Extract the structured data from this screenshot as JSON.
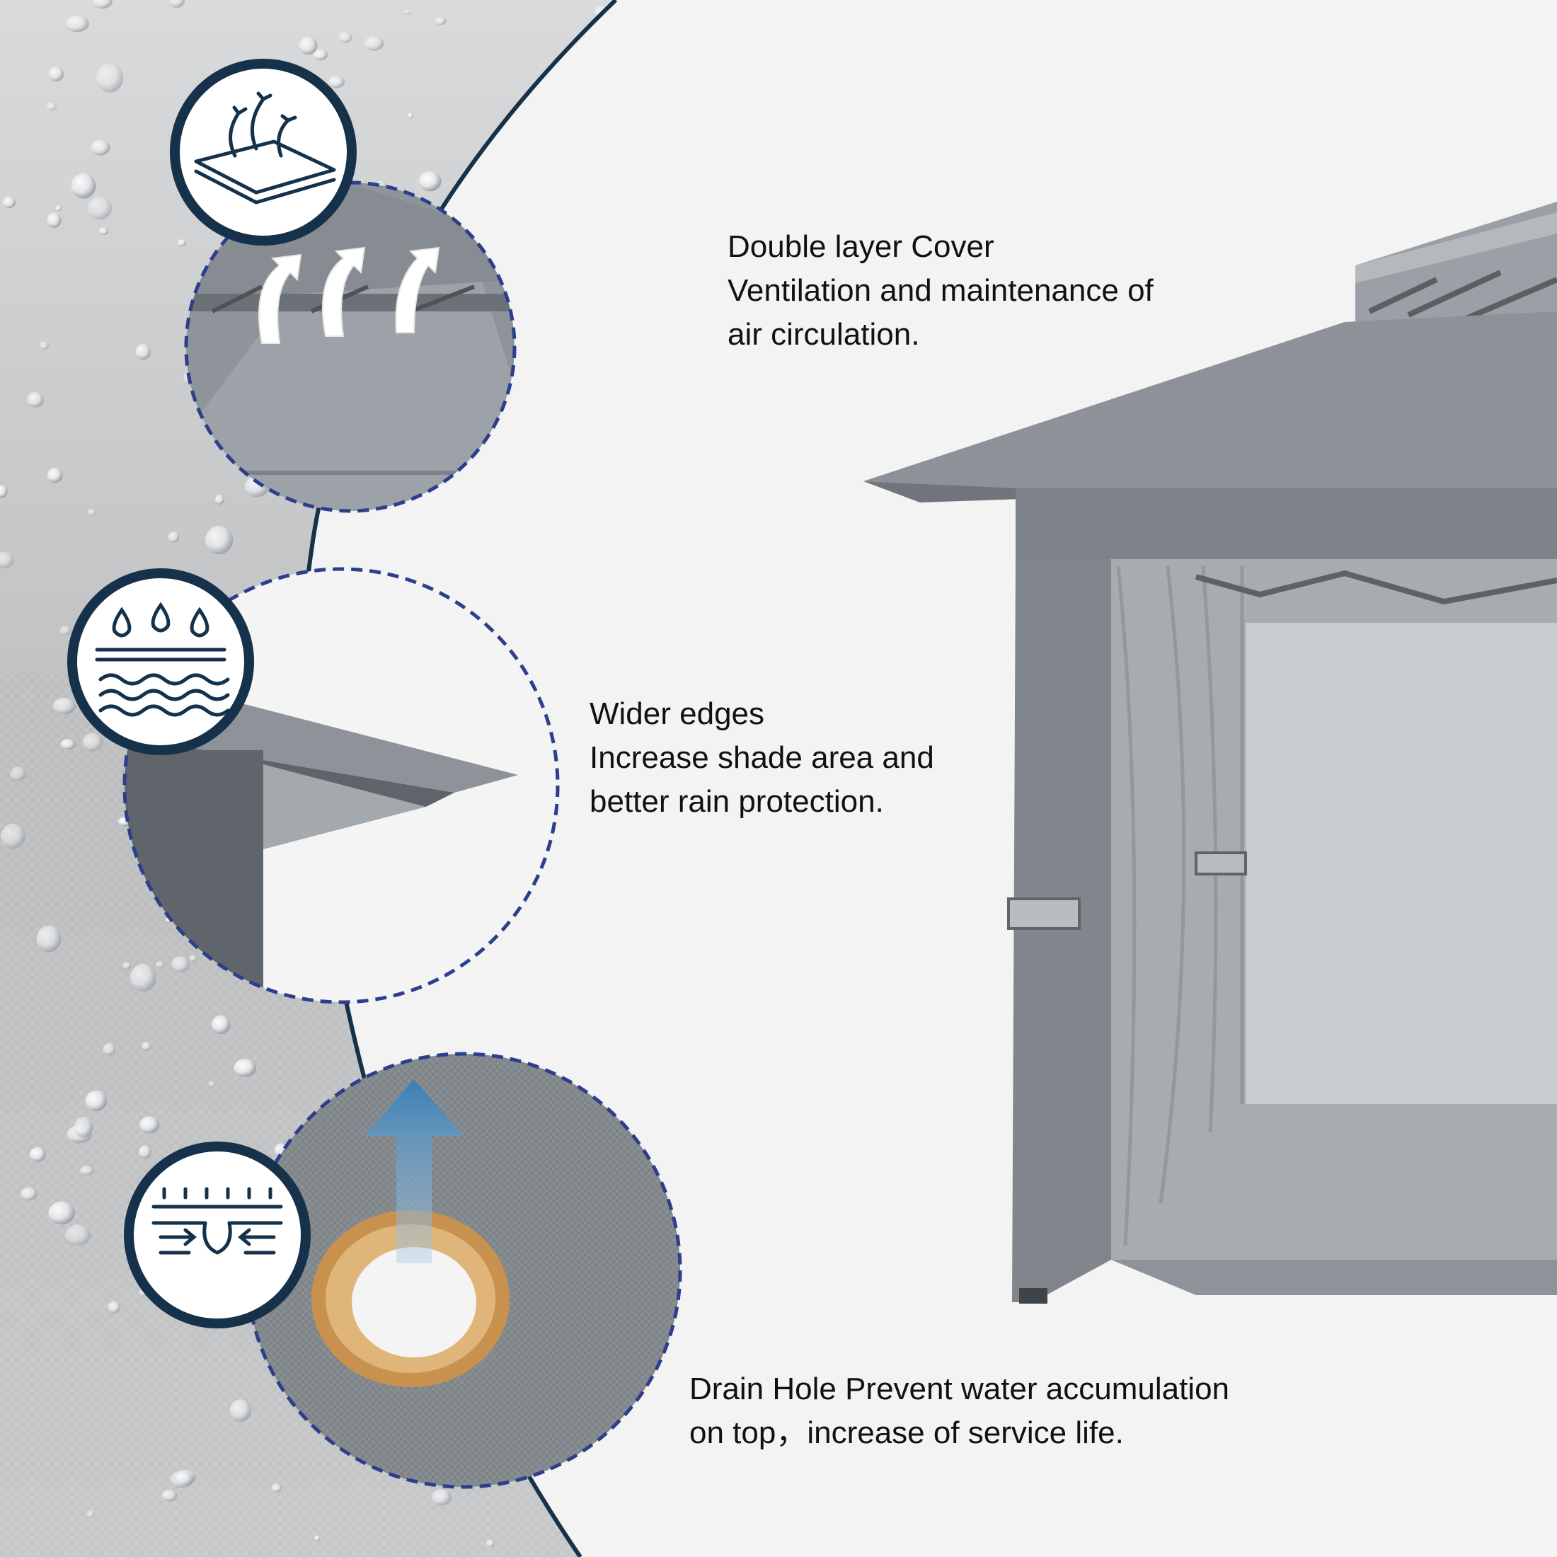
{
  "colors": {
    "background": "#f3f3f3",
    "accent_navy": "#15324a",
    "dashed_border": "#2c3e8c",
    "canopy_grey": "#8f969c",
    "grommet_gold": "#c8924e",
    "arrow_blue": "#4a86b8"
  },
  "features": [
    {
      "icon": "ventilation-layers-icon",
      "title": "Double layer Cover",
      "desc_line1": "Ventilation and maintenance of",
      "desc_line2": "air circulation."
    },
    {
      "icon": "waterproof-drops-icon",
      "title": "Wider edges",
      "desc_line1": "Increase shade area and",
      "desc_line2": "better rain protection."
    },
    {
      "icon": "drain-hole-icon",
      "line1": "Drain Hole Prevent water accumulation",
      "line2": "on top，increase of service life."
    }
  ]
}
